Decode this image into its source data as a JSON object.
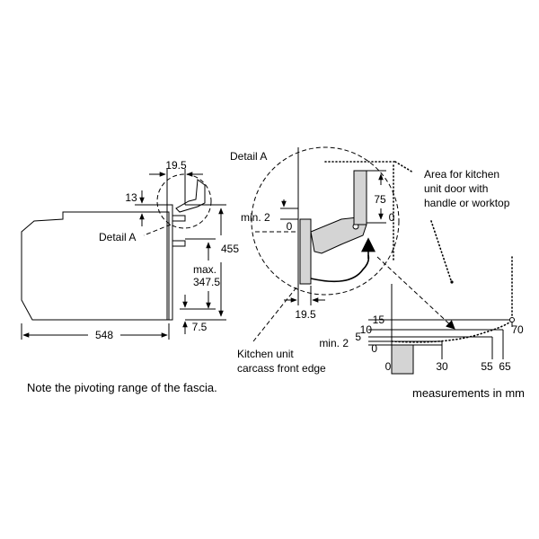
{
  "notes": {
    "pivot_note": "Note the pivoting range of the fascia.",
    "units": "measurements in mm"
  },
  "labels": {
    "detail_a_left": "Detail A",
    "detail_a_title": "Detail A",
    "area_line1": "Area for kitchen",
    "area_line2": "unit door with",
    "area_line3": "handle or worktop",
    "carcass_line1": "Kitchen unit",
    "carcass_line2": "carcass front edge"
  },
  "side_view_dims": {
    "width_548": "548",
    "d19_5": "19.5",
    "d13": "13",
    "h455": "455",
    "max_label": "max.",
    "h347_5": "347.5",
    "d7_5": "7.5"
  },
  "detail_dims": {
    "min2_label": "min. 2",
    "zero_small": "0",
    "d19_5": "19.5",
    "d75": "75",
    "zero_right": "0"
  },
  "range_chart": {
    "y_ticks": [
      "15",
      "10",
      "5",
      "min. 2",
      "0"
    ],
    "x_ticks": [
      "0",
      "30",
      "55",
      "65",
      "70"
    ]
  },
  "colors": {
    "line": "#000000",
    "fill_gray": "#d4d4d4",
    "background": "#ffffff"
  }
}
